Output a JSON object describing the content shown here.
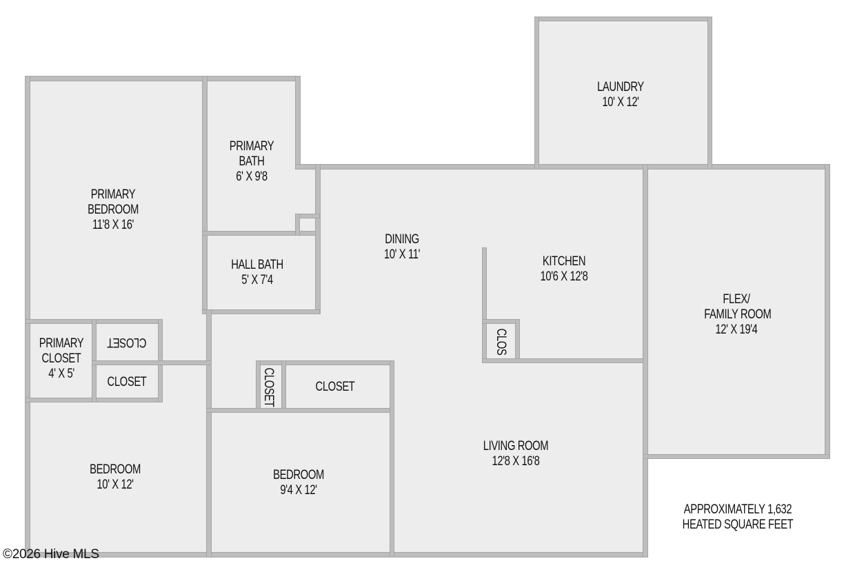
{
  "plan": {
    "rooms": [
      {
        "id": "primary-bedroom",
        "name": "PRIMARY\nBEDROOM",
        "line1": "PRIMARY",
        "line2": "BEDROOM",
        "dims": "11'8 X 16'"
      },
      {
        "id": "primary-bath",
        "line1": "PRIMARY",
        "line2": "BATH",
        "dims": "6' X 9'8"
      },
      {
        "id": "hall-bath",
        "line1": "HALL BATH",
        "dims": "5' X 7'4"
      },
      {
        "id": "laundry",
        "line1": "LAUNDRY",
        "dims": "10' X 12'"
      },
      {
        "id": "dining",
        "line1": "DINING",
        "dims": "10' X 11'"
      },
      {
        "id": "kitchen",
        "line1": "KITCHEN",
        "dims": "10'6 X 12'8"
      },
      {
        "id": "flex-family-room",
        "line1": "FLEX/",
        "line2": "FAMILY ROOM",
        "dims": "12' X 19'4"
      },
      {
        "id": "primary-closet",
        "line1": "PRIMARY",
        "line2": "CLOSET",
        "dims": "4' X 5'"
      },
      {
        "id": "closet-upper-left",
        "line1": "CLOSET"
      },
      {
        "id": "closet-lower-left",
        "line1": "CLOSET"
      },
      {
        "id": "closet-vertical",
        "line1": "CLOSET"
      },
      {
        "id": "closet-center",
        "line1": "CLOSET"
      },
      {
        "id": "kitchen-closet",
        "line1": "CLOS"
      },
      {
        "id": "bedroom-left",
        "line1": "BEDROOM",
        "dims": "10' X 12'"
      },
      {
        "id": "bedroom-center",
        "line1": "BEDROOM",
        "dims": "9'4 X 12'"
      },
      {
        "id": "living-room",
        "line1": "LIVING ROOM",
        "dims": "12'8 X 16'8"
      }
    ],
    "area_note": {
      "line1": "APPROXIMATELY 1,632",
      "line2": "HEATED SQUARE FEET"
    },
    "copyright": "©2026 Hive MLS"
  },
  "colors": {
    "floor": "#ededed",
    "wall": "#bdbdbd",
    "text": "#111111",
    "background": "#ffffff"
  }
}
